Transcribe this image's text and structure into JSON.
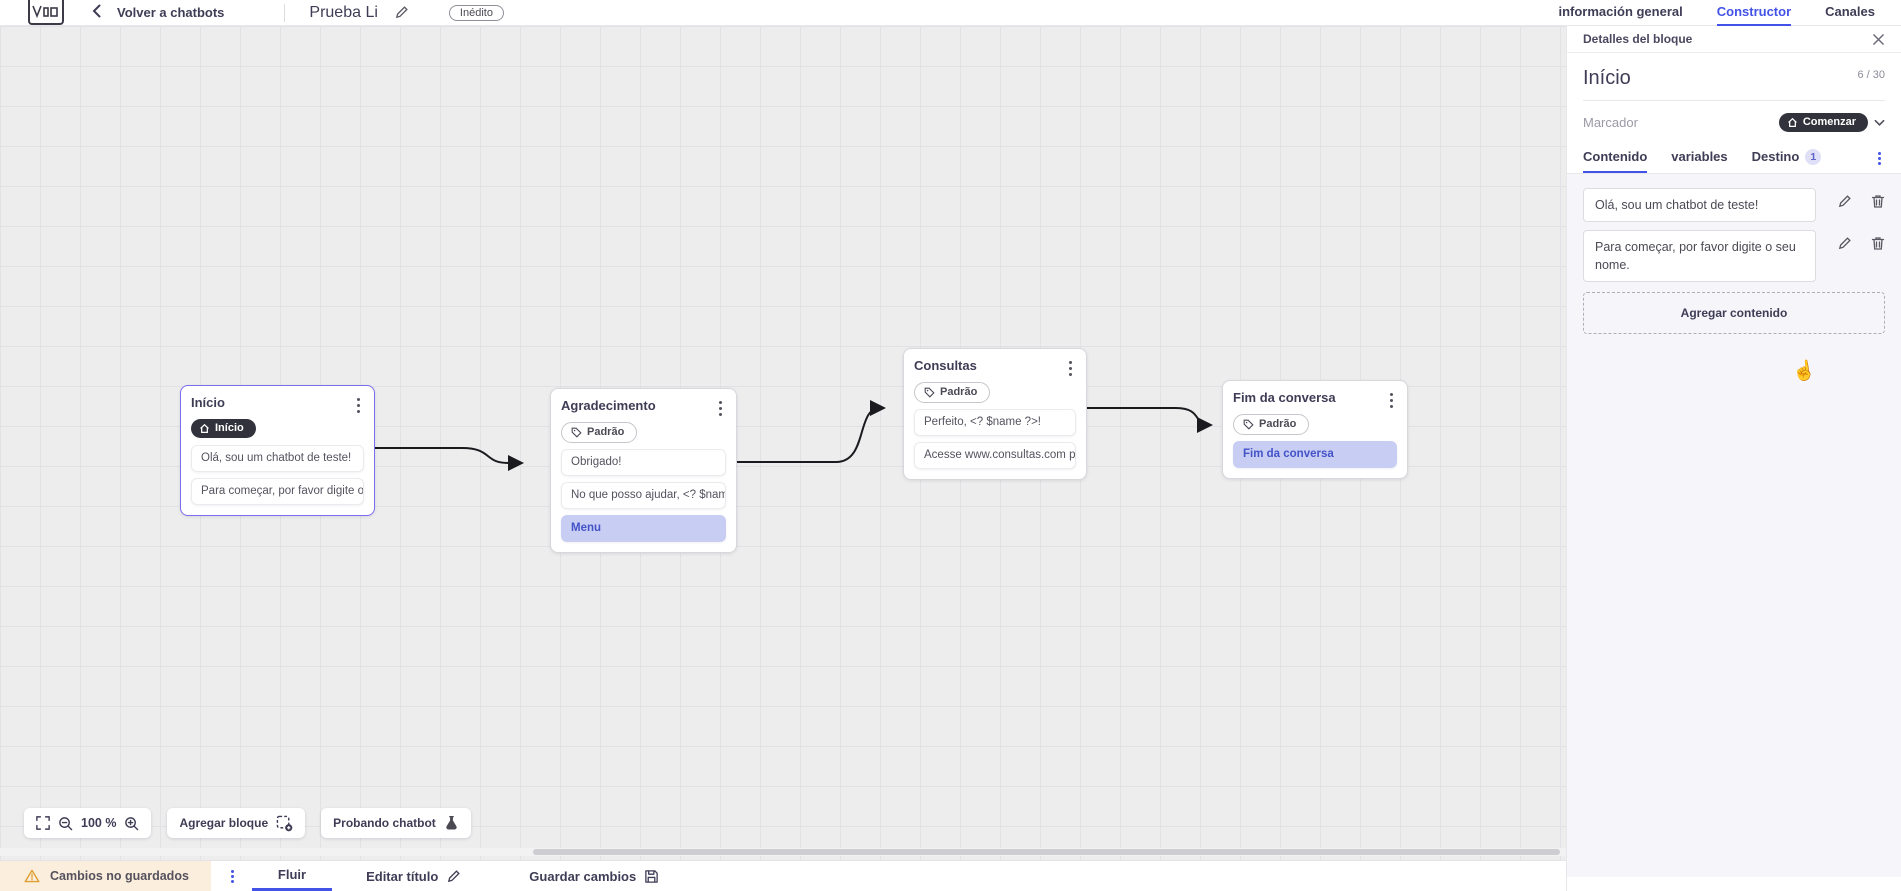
{
  "topbar": {
    "back_label": "Volver a chatbots",
    "title": "Prueba Li",
    "status_badge": "Inédito",
    "tabs": [
      {
        "label": "información general",
        "active": false
      },
      {
        "label": "Constructor",
        "active": true
      },
      {
        "label": "Canales",
        "active": false
      }
    ]
  },
  "canvas": {
    "zoom_level": "100 %",
    "toolbar": {
      "add_block_label": "Agregar bloque",
      "test_chatbot_label": "Probando chatbot"
    },
    "blocks": [
      {
        "title": "Início",
        "badge": "Início",
        "selected": true,
        "items": [
          {
            "text": "Olá, sou um chatbot de teste!",
            "type": "message"
          },
          {
            "text": "Para começar, por favor digite o ...",
            "type": "message"
          }
        ]
      },
      {
        "title": "Agradecimento",
        "badge": "Padrão",
        "selected": false,
        "items": [
          {
            "text": "Obrigado!",
            "type": "message"
          },
          {
            "text": "No que posso ajudar, <? $name ...",
            "type": "message"
          },
          {
            "text": "Menu",
            "type": "menu"
          }
        ]
      },
      {
        "title": "Consultas",
        "badge": "Padrão",
        "selected": false,
        "items": [
          {
            "text": "Perfeito, <? $name ?>!",
            "type": "message"
          },
          {
            "text": "Acesse www.consultas.com par...",
            "type": "message"
          }
        ]
      },
      {
        "title": "Fim da conversa",
        "badge": "Padrão",
        "selected": false,
        "items": [
          {
            "text": "Fim da conversa",
            "type": "menu"
          }
        ]
      }
    ]
  },
  "panel": {
    "header": "Detalles del bloque",
    "block_name": "Início",
    "char_counter": "6 / 30",
    "marker_label": "Marcador",
    "marker_value": "Comenzar",
    "tabs": [
      {
        "label": "Contenido",
        "active": true
      },
      {
        "label": "variables",
        "active": false
      },
      {
        "label": "Destino",
        "active": false,
        "badge": "1"
      }
    ],
    "contents": [
      {
        "text": "Olá, sou um chatbot de teste!"
      },
      {
        "text": "Para começar, por favor digite o seu nome."
      }
    ],
    "add_content_label": "Agregar contenido"
  },
  "bottombar": {
    "unsaved_label": "Cambios no guardados",
    "flow_tab_label": "Fluir",
    "edit_title_label": "Editar título",
    "save_label": "Guardar cambios"
  },
  "colors": {
    "accent_blue": "#4353e8",
    "selected_border": "#7b6cf0",
    "dark_badge": "#32323c",
    "highlight_item": "#c8cdf3",
    "highlight_text": "#4353c8",
    "warning_bg": "#fbeedd",
    "warning_icon": "#dd9f33",
    "canvas_bg": "#ededee"
  }
}
